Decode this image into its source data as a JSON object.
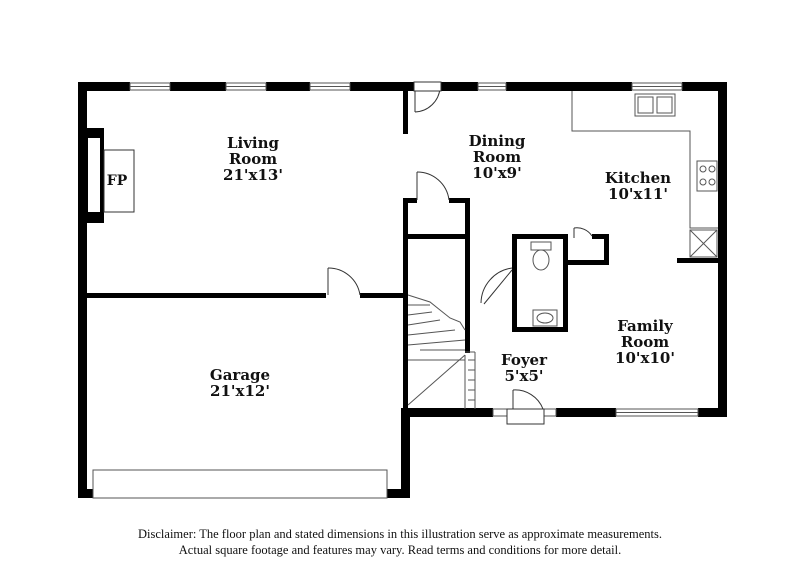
{
  "rooms": {
    "living": {
      "name_line1": "Living",
      "name_line2": "Room",
      "dims": "21'x13'"
    },
    "dining": {
      "name_line1": "Dining",
      "name_line2": "Room",
      "dims": "10'x9'"
    },
    "kitchen": {
      "name": "Kitchen",
      "dims": "10'x11'"
    },
    "family": {
      "name_line1": "Family",
      "name_line2": "Room",
      "dims": "10'x10'"
    },
    "garage": {
      "name": "Garage",
      "dims": "21'x12'"
    },
    "foyer": {
      "name": "Foyer",
      "dims": "5'x5'"
    },
    "fireplace": {
      "label": "FP"
    }
  },
  "disclaimer": {
    "line1": "Disclaimer: The floor plan and stated dimensions in this illustration serve as approximate measurements.",
    "line2": "Actual square footage and features may vary. Read terms and conditions for more detail."
  }
}
